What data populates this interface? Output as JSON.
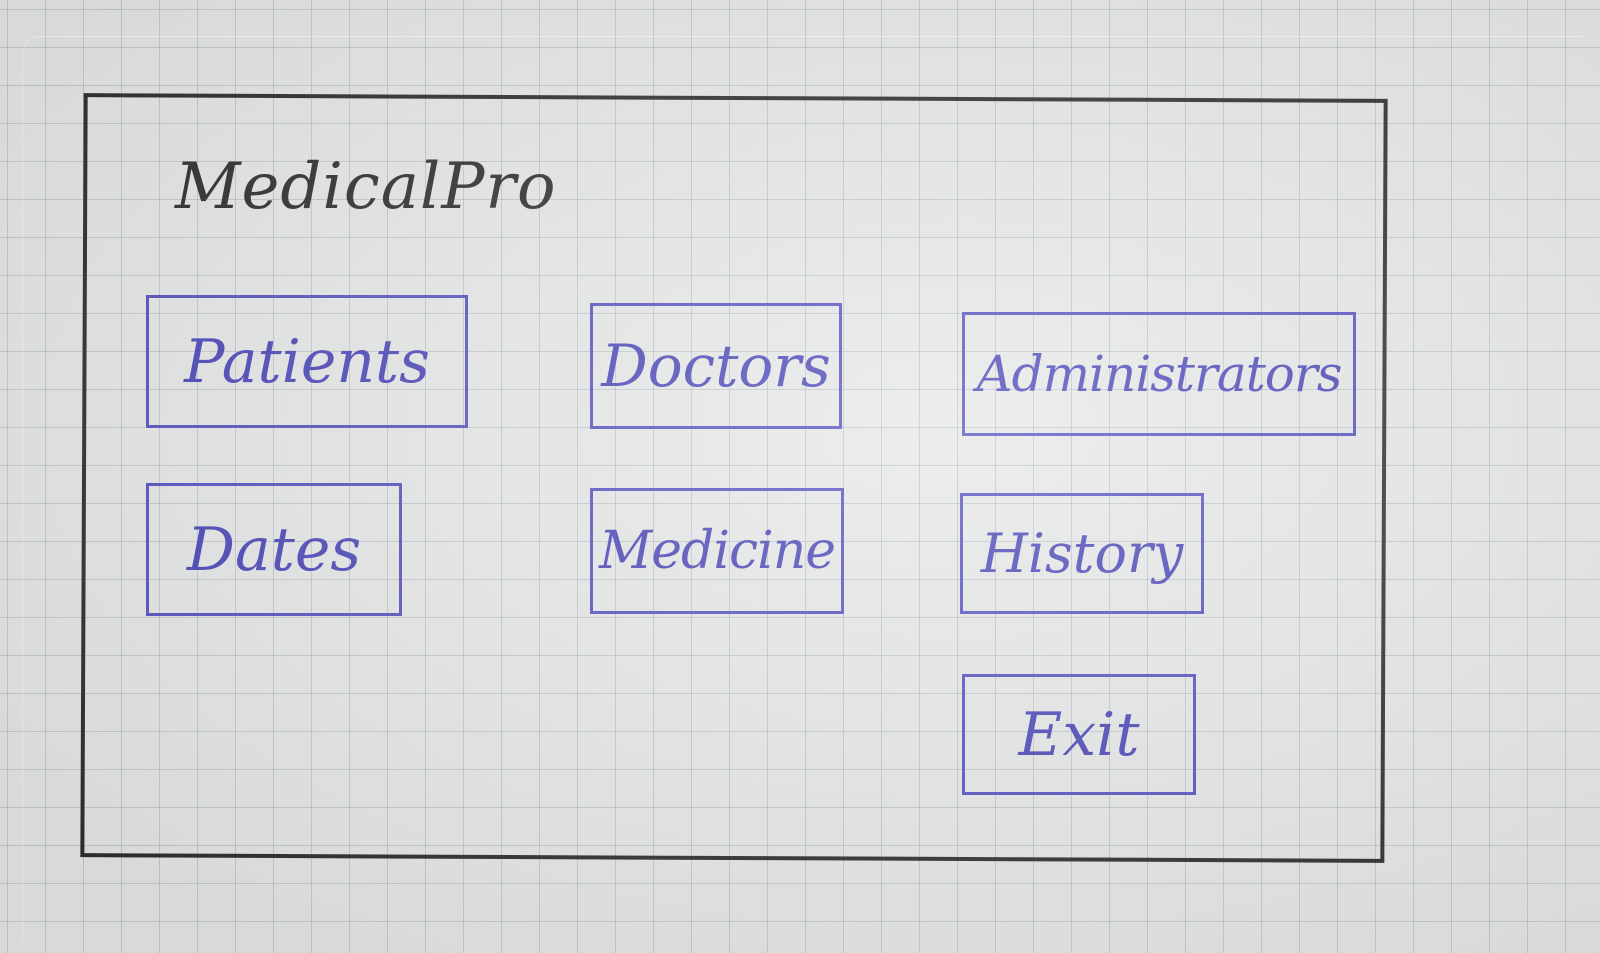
{
  "app": {
    "title": "MedicalPro"
  },
  "menu": {
    "buttons": [
      {
        "id": "patients",
        "label": "Patients"
      },
      {
        "id": "doctors",
        "label": "Doctors"
      },
      {
        "id": "administrators",
        "label": "Administrators"
      },
      {
        "id": "dates",
        "label": "Dates"
      },
      {
        "id": "medicine",
        "label": "Medicine"
      },
      {
        "id": "history",
        "label": "History"
      },
      {
        "id": "exit",
        "label": "Exit"
      }
    ]
  },
  "colors": {
    "frame": "#2f2f32",
    "button_ink": "#5552c0",
    "paper": "#e6e7e7"
  }
}
